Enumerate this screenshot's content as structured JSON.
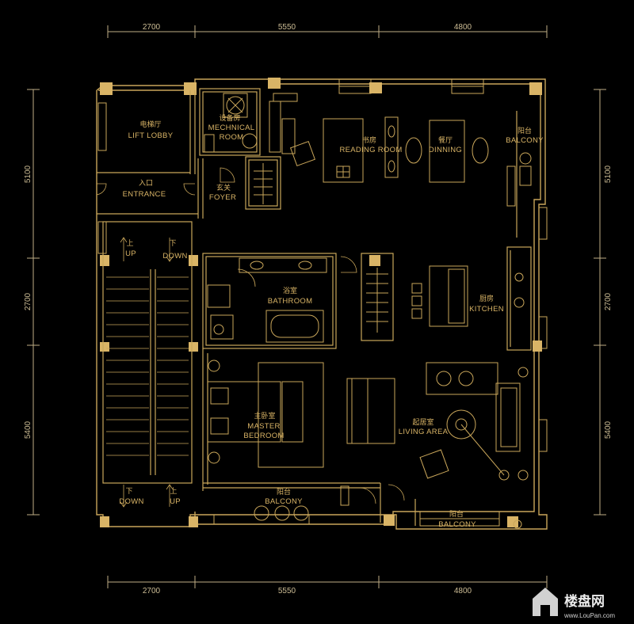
{
  "dimensions": {
    "top": [
      "2700",
      "5550",
      "4800"
    ],
    "bottom": [
      "2700",
      "5550",
      "4800"
    ],
    "left": [
      "5100",
      "2700",
      "5400"
    ],
    "right": [
      "5100",
      "2700",
      "5400"
    ]
  },
  "rooms": {
    "lift_lobby": {
      "cn": "电梯厅",
      "en": "LIFT LOBBY"
    },
    "mechanical": {
      "cn": "设备房",
      "en1": "MECHNICAL",
      "en2": "ROOM"
    },
    "entrance": {
      "cn": "入口",
      "en": "ENTRANCE"
    },
    "foyer": {
      "cn": "玄关",
      "en": "FOYER"
    },
    "reading": {
      "cn": "书房",
      "en": "READING ROOM"
    },
    "dining": {
      "cn": "餐厅",
      "en": "DINNING"
    },
    "balcony_ne": {
      "cn": "阳台",
      "en": "BALCONY"
    },
    "bathroom": {
      "cn": "浴室",
      "en": "BATHROOM"
    },
    "kitchen": {
      "cn": "厨房",
      "en": "KITCHEN"
    },
    "master_bedroom": {
      "cn": "主卧室",
      "en1": "MASTER",
      "en2": "BEDROOM"
    },
    "living": {
      "cn": "起居室",
      "en": "LIVING AREA"
    },
    "balcony_s": {
      "cn": "阳台",
      "en": "BALCONY"
    },
    "balcony_se": {
      "cn": "阳台",
      "en": "BALCONY"
    }
  },
  "stairs": {
    "up_top": {
      "cn": "上",
      "en": "UP"
    },
    "down_top": {
      "cn": "下",
      "en": "DOWN"
    },
    "down_bottom": {
      "cn": "下",
      "en": "DOWN"
    },
    "up_bottom": {
      "cn": "上",
      "en": "UP"
    }
  },
  "watermark": {
    "name": "楼盘网",
    "url": "www.LouPan.com"
  },
  "colors": {
    "background": "#000000",
    "lines": "#c9a65a",
    "text": "#d9b466"
  }
}
